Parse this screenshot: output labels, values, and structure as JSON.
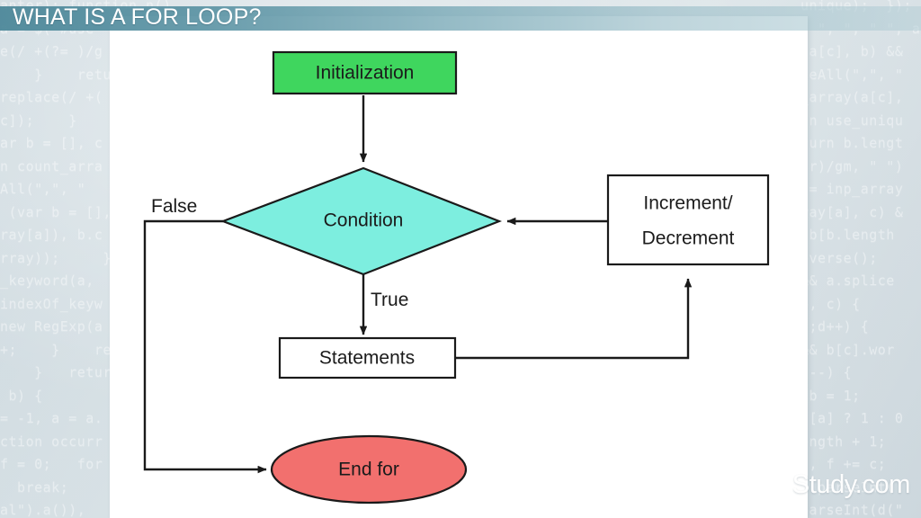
{
  "title": {
    "text": "WHAT IS A FOR LOOP?",
    "banner_color": "#4a8698"
  },
  "watermark": {
    "text": "Study.com",
    "logo_icon": "circled-play-icon"
  },
  "background": {
    "code_left": "anter); function n()  = a.width * (0.5 + 1  a.unique);  a( #inp_input ).value(a\na = $(\"#use\ne(/ +(?= )/g\n    }    return\nreplace(/ +(\nc]);    }    c\nar b = [], c\nn count_arra\nAll(\",\", \" \n (var b = [],\nray[a]), b.c\nrray));     }\n_keyword(a,\nindexOf_keyw\nnew RegExp(a\n+;    }    ret\n    }   retur\n b) {\n= -1, a = a.\nction occurr\nf = 0;   for\n  break;\nal\").a()),\n  limit_va\nvar b = k()\nshuffle_num",
    "code_right": "unique);  });  function curr_input_unique() { } function array_bas\n, \", \", \" \", a\n(a[c], b) &&\nceAll(\",\", \"\n_array(a[c],\non use_uniqu\nturn b.lengt\n\\r)/gm, \" \")\n = inp_array\nray[a], c) &\n(b[b.length\neverse();\n&& a.splice\nb, c) {\nh;d++) {\n&& b[c].wor\nd--) {\n b = 1;\nd[a] ? 1 : 0\nength + 1;\nn, f += c;\n= parseInt(\nparseInt(d(\"\n(\"#word-lis\n(f = d"
  },
  "flowchart": {
    "nodes": [
      {
        "id": "initialization",
        "label": "Initialization",
        "shape": "rectangle",
        "fill": "#3fd65e"
      },
      {
        "id": "condition",
        "label": "Condition",
        "shape": "diamond",
        "fill": "#7deedf"
      },
      {
        "id": "increment-decrement",
        "label_line1": "Increment/",
        "label_line2": "Decrement",
        "shape": "rectangle",
        "fill": "#ffffff"
      },
      {
        "id": "statements",
        "label": "Statements",
        "shape": "rectangle",
        "fill": "#ffffff"
      },
      {
        "id": "end-for",
        "label": "End for",
        "shape": "ellipse",
        "fill": "#f2706e"
      }
    ],
    "edge_labels": {
      "false": "False",
      "true": "True"
    }
  }
}
